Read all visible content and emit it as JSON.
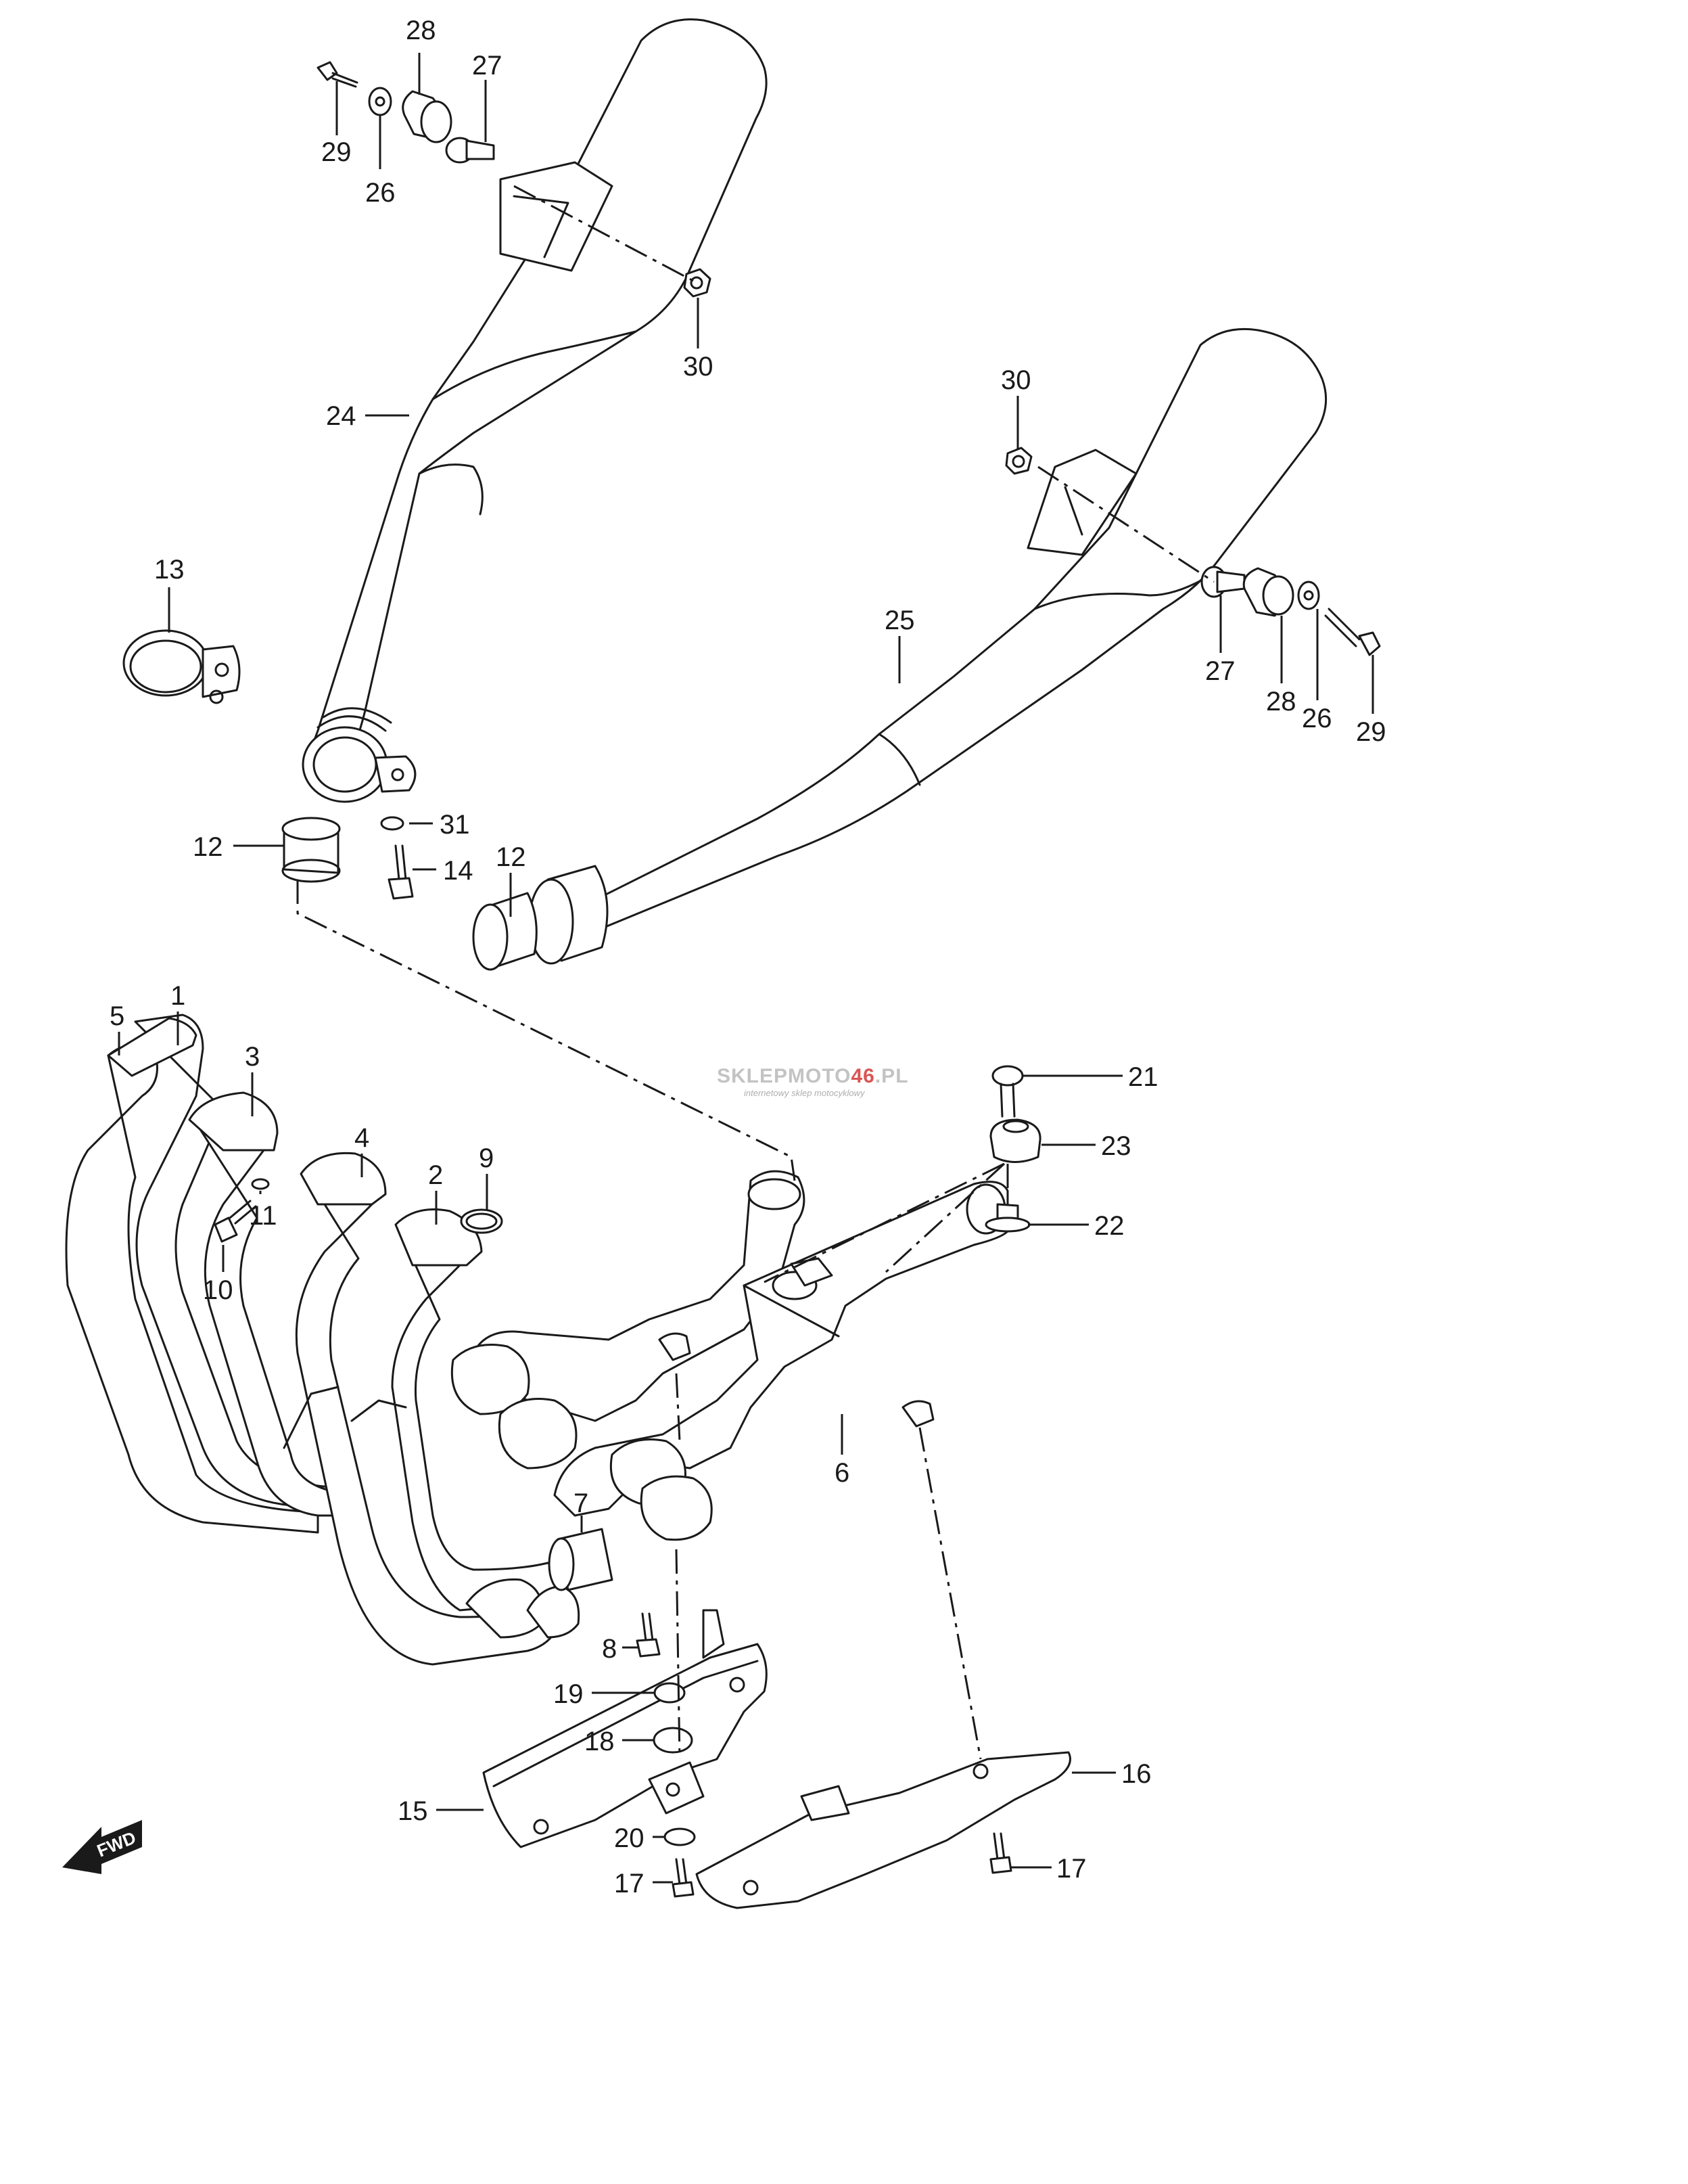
{
  "watermark": {
    "part1": "SKLEPMOTO",
    "part2": "46",
    "part3": ".PL",
    "subtitle": "internetowy sklep motocyklowy",
    "color_grey": "#b5b5b5",
    "color_red": "#d22a2a"
  },
  "fwd_label": "FWD",
  "callouts": [
    {
      "id": "c28a",
      "text": "28"
    },
    {
      "id": "c27a",
      "text": "27"
    },
    {
      "id": "c29a",
      "text": "29"
    },
    {
      "id": "c26a",
      "text": "26"
    },
    {
      "id": "c30a",
      "text": "30"
    },
    {
      "id": "c24",
      "text": "24"
    },
    {
      "id": "c13",
      "text": "13"
    },
    {
      "id": "c12a",
      "text": "12"
    },
    {
      "id": "c31",
      "text": "31"
    },
    {
      "id": "c14",
      "text": "14"
    },
    {
      "id": "c30b",
      "text": "30"
    },
    {
      "id": "c25",
      "text": "25"
    },
    {
      "id": "c27b",
      "text": "27"
    },
    {
      "id": "c28b",
      "text": "28"
    },
    {
      "id": "c26b",
      "text": "26"
    },
    {
      "id": "c29b",
      "text": "29"
    },
    {
      "id": "c12b",
      "text": "12"
    },
    {
      "id": "c5",
      "text": "5"
    },
    {
      "id": "c1",
      "text": "1"
    },
    {
      "id": "c3",
      "text": "3"
    },
    {
      "id": "c4",
      "text": "4"
    },
    {
      "id": "c2",
      "text": "2"
    },
    {
      "id": "c9",
      "text": "9"
    },
    {
      "id": "c11",
      "text": "11"
    },
    {
      "id": "c10",
      "text": "10"
    },
    {
      "id": "c21",
      "text": "21"
    },
    {
      "id": "c23",
      "text": "23"
    },
    {
      "id": "c22",
      "text": "22"
    },
    {
      "id": "c6",
      "text": "6"
    },
    {
      "id": "c7",
      "text": "7"
    },
    {
      "id": "c8",
      "text": "8"
    },
    {
      "id": "c19",
      "text": "19"
    },
    {
      "id": "c18",
      "text": "18"
    },
    {
      "id": "c15",
      "text": "15"
    },
    {
      "id": "c20",
      "text": "20"
    },
    {
      "id": "c17a",
      "text": "17"
    },
    {
      "id": "c16",
      "text": "16"
    },
    {
      "id": "c17b",
      "text": "17"
    }
  ]
}
